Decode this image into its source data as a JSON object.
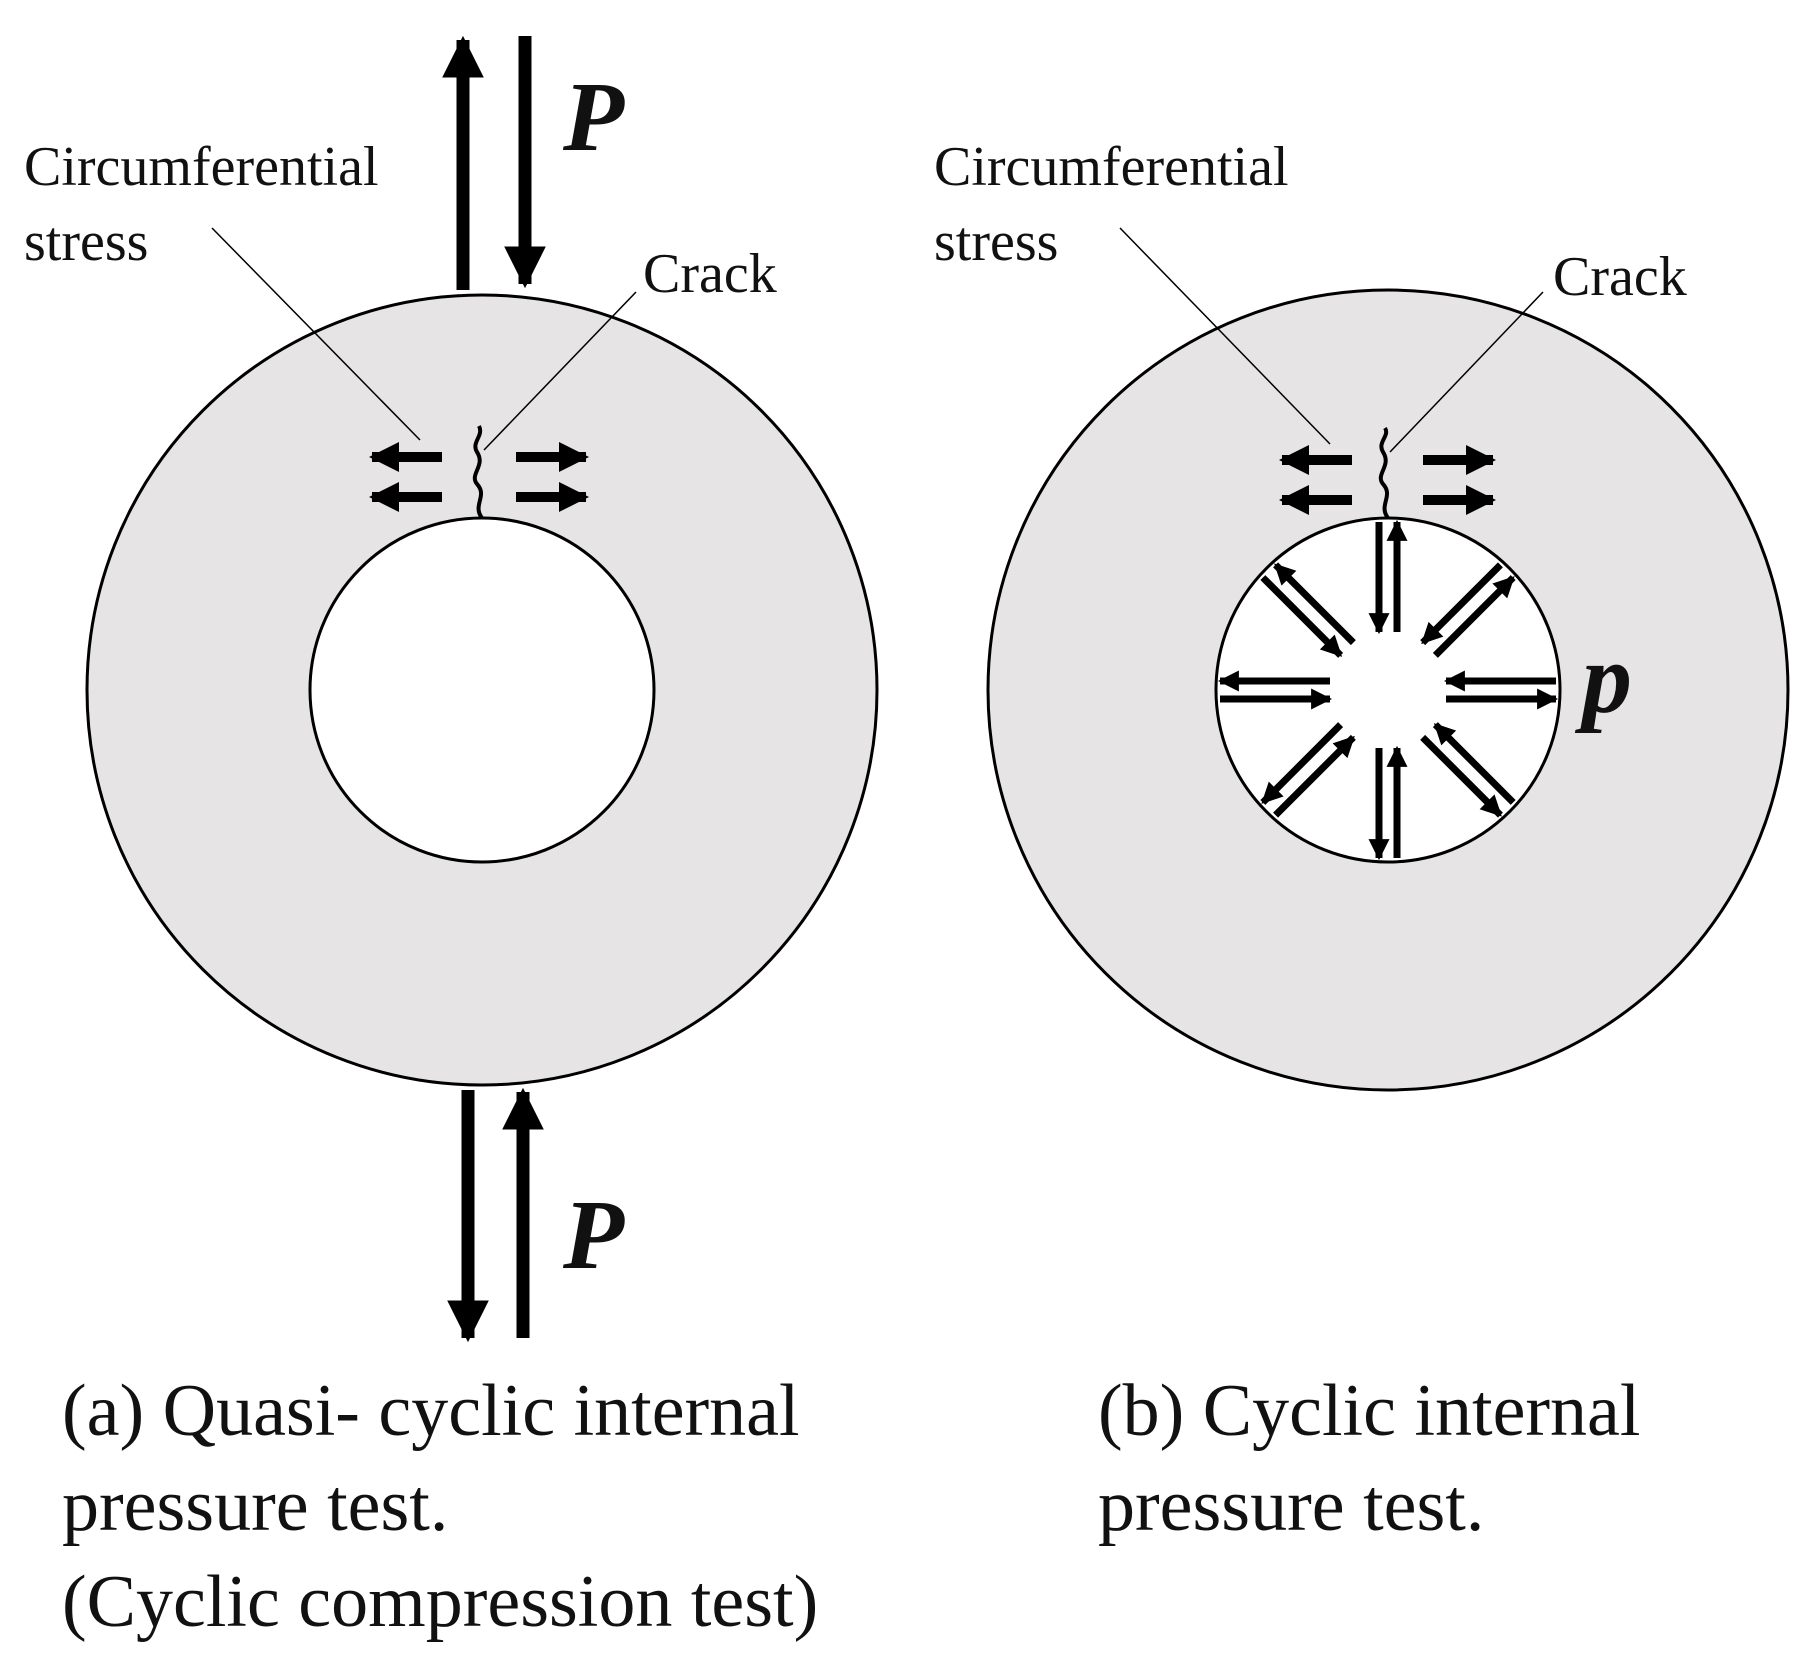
{
  "colors": {
    "ring_fill": "#e6e4e5",
    "stroke": "#000000",
    "hole_fill": "#ffffff"
  },
  "panel_a": {
    "stress_label": [
      "Circumferential",
      "stress"
    ],
    "crack_label": "Crack",
    "load_label_top": "P",
    "load_label_bottom": "P",
    "caption": [
      "(a) Quasi- cyclic internal",
      "pressure test.",
      "(Cyclic compression test)"
    ]
  },
  "panel_b": {
    "stress_label": [
      "Circumferential",
      "stress"
    ],
    "crack_label": "Crack",
    "pressure_label": "p",
    "caption": [
      "(b) Cyclic internal",
      "pressure test."
    ]
  }
}
